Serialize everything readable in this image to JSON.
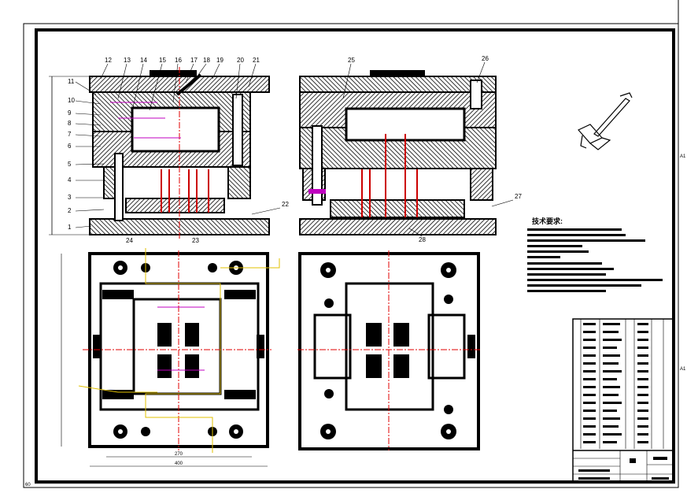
{
  "drawing": {
    "part_numbers_left": [
      "12",
      "13",
      "14",
      "15",
      "16",
      "17",
      "18",
      "19",
      "20",
      "21"
    ],
    "part_numbers_side": [
      "11",
      "10",
      "9",
      "8",
      "7",
      "6",
      "5",
      "4",
      "3",
      "2",
      "1"
    ],
    "part_numbers_bottom_left": [
      "24",
      "23",
      "22"
    ],
    "part_numbers_right": [
      "25",
      "26",
      "27",
      "28"
    ],
    "dim_width_a": "270",
    "dim_width_b": "400",
    "tech_req_title": "技术要求:",
    "corner_a1": "A1",
    "corner_a1b": "A1",
    "corner_bottom": "60"
  },
  "colors": {
    "ink": "#000000",
    "red": "#e00000",
    "magenta": "#c000c0",
    "yellow": "#e0c000",
    "blue": "#1020c0"
  }
}
